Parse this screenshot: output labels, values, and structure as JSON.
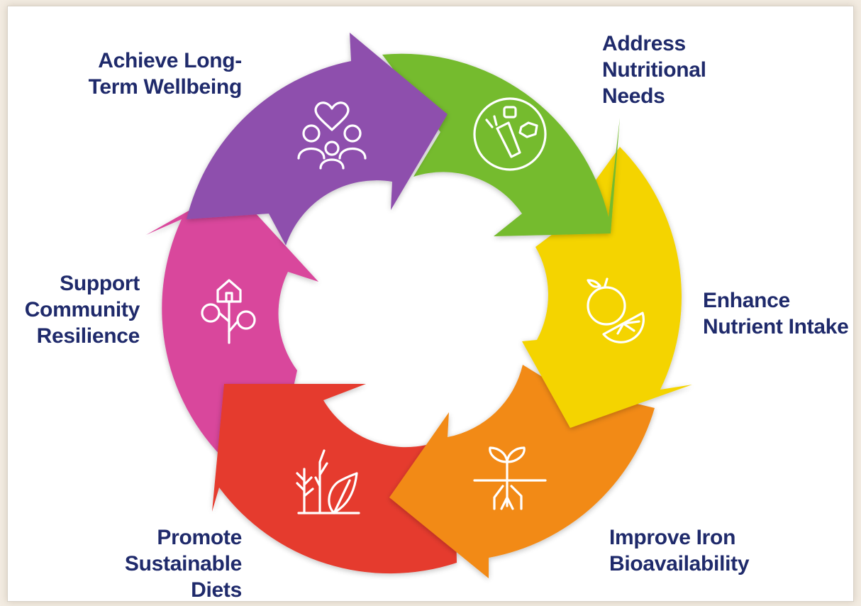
{
  "stages": [
    {
      "id": "achieve",
      "label": "Achieve Long-\nTerm Wellbeing",
      "color": "#8e4fad",
      "icon": "heart-people-icon"
    },
    {
      "id": "address",
      "label": "Address\nNutritional\nNeeds",
      "color": "#74bb2f",
      "icon": "nutrition-circle-icon"
    },
    {
      "id": "enhance",
      "label": "Enhance\nNutrient Intake",
      "color": "#f4d400",
      "icon": "citrus-fruit-icon"
    },
    {
      "id": "improve",
      "label": "Improve Iron\nBioavailability",
      "color": "#f28a16",
      "icon": "sprout-roots-icon"
    },
    {
      "id": "promote",
      "label": "Promote\nSustainable\nDiets",
      "color": "#e53a2d",
      "icon": "plants-leaf-icon"
    },
    {
      "id": "support",
      "label": "Support\nCommunity\nResilience",
      "color": "#d9479c",
      "icon": "community-tree-icon"
    }
  ],
  "colors": {
    "label_text": "#1f2a6b",
    "background": "#ffffff",
    "frame": "#f3ece2"
  }
}
